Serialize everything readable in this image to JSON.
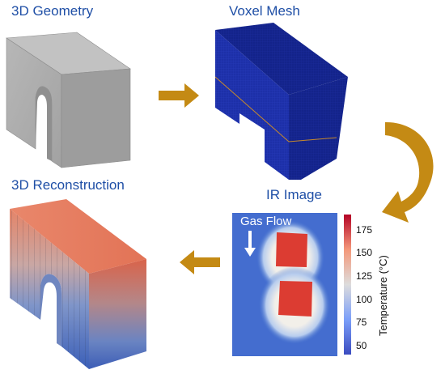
{
  "titles": {
    "geometry": "3D Geometry",
    "voxel": "Voxel Mesh",
    "reconstruction": "3D Reconstruction",
    "ir": "IR Image"
  },
  "ir_image": {
    "annotation": "Gas Flow",
    "colorbar": {
      "label": "Temperature (°C)",
      "ticks": [
        "175",
        "150",
        "125",
        "100",
        "75",
        "50"
      ]
    }
  },
  "colors": {
    "title": "#1f4fa6",
    "arrow": "#c48a14",
    "geometry_gray": "#a9a9a9",
    "voxel_blue": "#1c2fa8",
    "hot_red": "#d8402f",
    "cool_blue": "#3a6cc8"
  }
}
